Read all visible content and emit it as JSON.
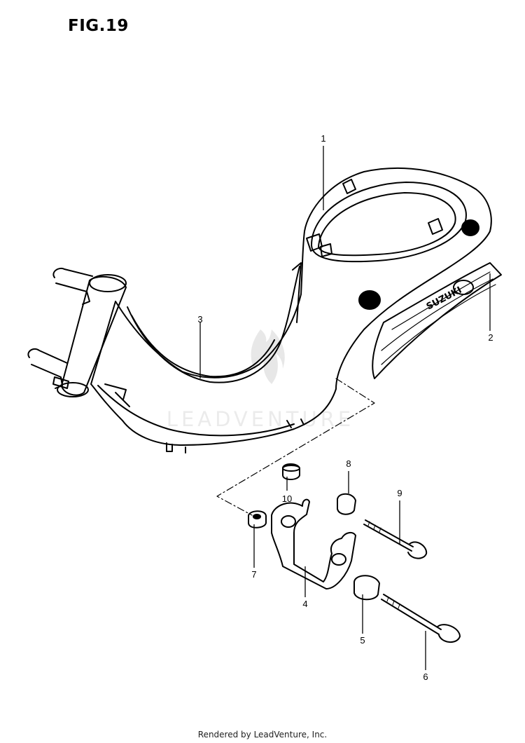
{
  "figure": {
    "title": "FIG.19",
    "watermark": "LEADVENTURE",
    "decal_text": "SUZUKI",
    "callouts": [
      "1",
      "2",
      "3",
      "4",
      "5",
      "6",
      "7",
      "8",
      "9",
      "10"
    ]
  },
  "footer": {
    "text": "Rendered by LeadVenture, Inc."
  },
  "colors": {
    "ink": "#000000",
    "watermark": "#c8c8c8",
    "background": "#ffffff"
  }
}
